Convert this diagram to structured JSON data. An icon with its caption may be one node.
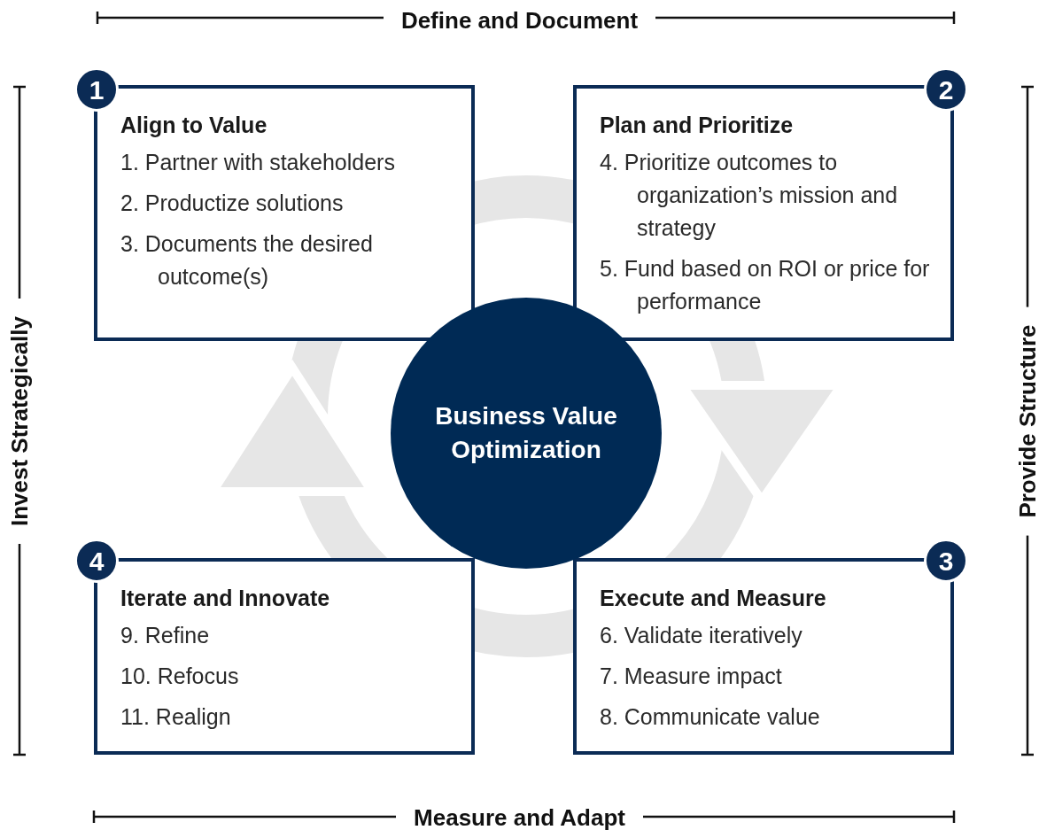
{
  "diagram": {
    "nodes": [
      {
        "text": [
          "1"
        ]
      },
      {
        "text": [
          "Align to Value",
          "1. Partner with stakeholders",
          "2. Productize solutions",
          "3. Documents the desired outcome(s)"
        ]
      },
      {
        "text": [
          "2"
        ]
      },
      {
        "text": [
          "Plan and Prioritize",
          "4. Prioritize outcomes to organization’s mission and strategy",
          "5. Fund based on ROI or price for performance"
        ]
      },
      {
        "text": [
          "Business Value Optimization"
        ]
      },
      {
        "text": [
          "4"
        ]
      },
      {
        "text": [
          "Iterate and Innovate",
          "9. Refine",
          "10. Refocus",
          "11. Realign"
        ]
      },
      {
        "text": [
          "3"
        ]
      },
      {
        "text": [
          "Execute and Measure",
          "6. Validate iteratively",
          "7. Measure impact",
          "8. Communicate value"
        ]
      }
    ],
    "labels": [
      "Define and Document",
      "Invest Strategically",
      "Provide Structure",
      "Measure and Adapt"
    ]
  }
}
